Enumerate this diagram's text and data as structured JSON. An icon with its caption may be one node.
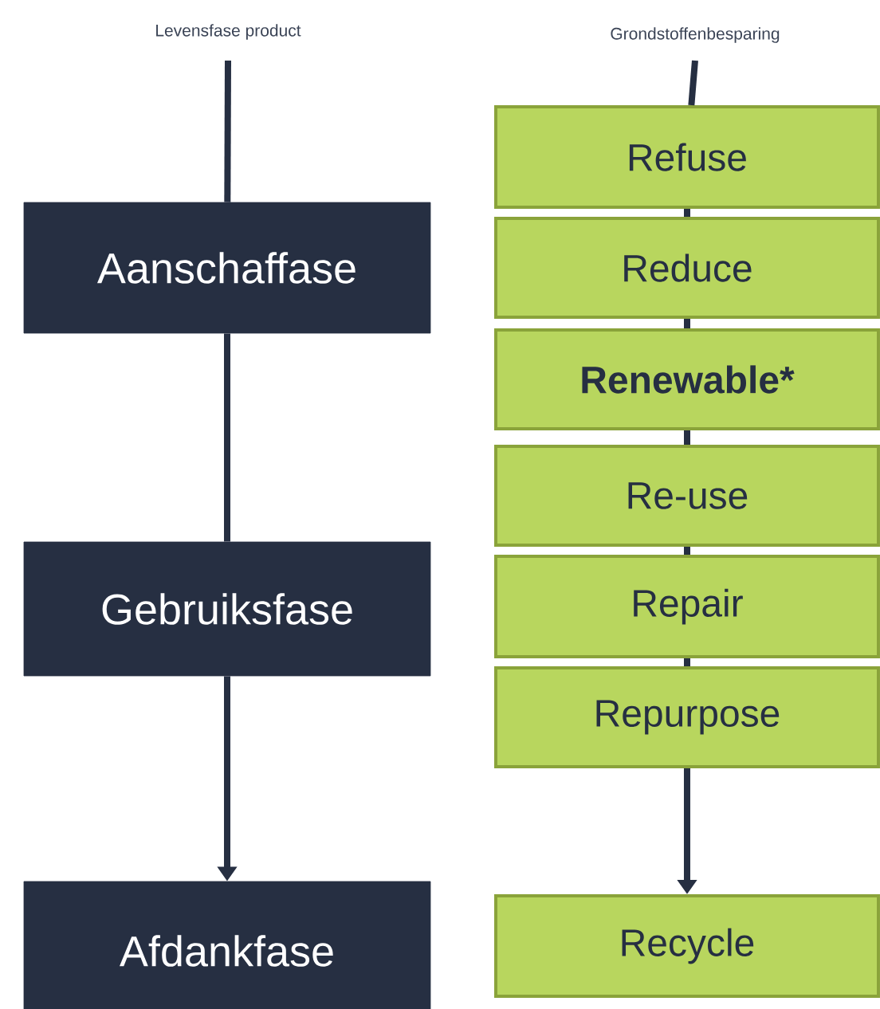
{
  "diagram": {
    "nodes": [
      {
        "text": [
          "Aanschaffase"
        ]
      },
      {
        "text": [
          "Gebruiksfase"
        ]
      },
      {
        "text": [
          "Afdankfase"
        ]
      },
      {
        "text": [
          "Refuse"
        ]
      },
      {
        "text": [
          "Reduce"
        ]
      },
      {
        "text": [
          "Renewable*"
        ]
      },
      {
        "text": [
          "Re-use"
        ]
      },
      {
        "text": [
          "Repair"
        ]
      },
      {
        "text": [
          "Repurpose"
        ]
      },
      {
        "text": [
          "Recycle"
        ]
      }
    ],
    "edges": [
      {
        "from": null,
        "to": 0,
        "arrow": "none"
      },
      {
        "from": 0,
        "to": 1,
        "arrow": "none"
      },
      {
        "from": 1,
        "to": 2,
        "arrow": "to"
      },
      {
        "from": null,
        "to": 3,
        "arrow": "none"
      },
      {
        "from": 3,
        "to": 4,
        "arrow": "none"
      },
      {
        "from": 4,
        "to": 5,
        "arrow": "none"
      },
      {
        "from": 5,
        "to": 6,
        "arrow": "none"
      },
      {
        "from": 6,
        "to": 7,
        "arrow": "none"
      },
      {
        "from": 7,
        "to": 8,
        "arrow": "none"
      },
      {
        "from": 8,
        "to": 9,
        "arrow": "to"
      }
    ],
    "labels": [
      "Levensfase product",
      "Grondstoffenbesparing"
    ]
  }
}
